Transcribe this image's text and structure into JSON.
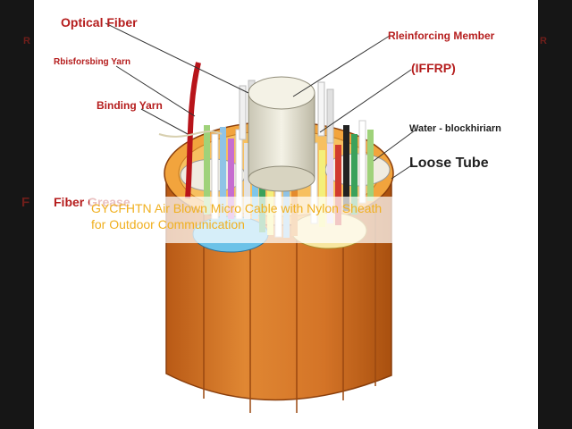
{
  "background_edge_labels": {
    "left_top": "R",
    "left_mid": "F",
    "right_top": "R"
  },
  "labels": {
    "optical_fiber": "Optical Fiber",
    "reinforcing_yarn": "Rbisforsbing Yarn",
    "binding_yarn": "Binding Yarn",
    "reinforcing_member": "Rleinforcing Member",
    "iffrp": "(IFFRP)",
    "water_block": "Water - blockhiriarn",
    "loose_tube": "Loose  Tube",
    "fiber_grease": "Fiber Grease"
  },
  "caption": "GYCFHTN Air Blown Micro Cable with Nylon Sheath for Outdoor Communication",
  "colors": {
    "label_red": "#b51d1d",
    "label_dark": "#1f1f1f",
    "sheath_orange": "#d9792a",
    "caption_yellow": "#f0b020"
  }
}
